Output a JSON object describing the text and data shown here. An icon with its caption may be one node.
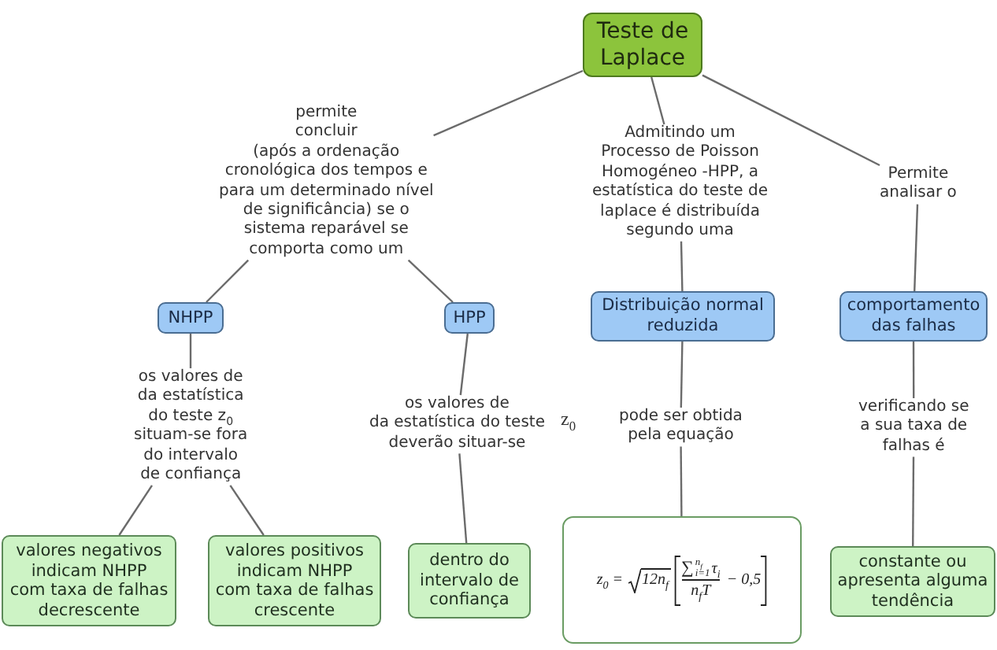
{
  "diagram": {
    "nodes": [
      {
        "text": [
          "Teste de Laplace"
        ]
      },
      {
        "text": [
          "permite concluir (após a ordenação cronológica dos tempos e para um determinado nível de significância) se o sistema reparável se comporta como um"
        ]
      },
      {
        "text": [
          "Admitindo um Processo de Poisson Homogéneo -HPP, a estatística do teste de laplace é distribuída segundo uma"
        ]
      },
      {
        "text": [
          "Permite analisar o"
        ]
      },
      {
        "text": [
          "NHPP"
        ]
      },
      {
        "text": [
          "HPP"
        ]
      },
      {
        "text": [
          "Distribuição normal reduzida"
        ]
      },
      {
        "text": [
          "comportamento das falhas"
        ]
      },
      {
        "text": [
          "os valores de da estatística do teste z$_{0}$ situam-se fora do intervalo de confiança"
        ]
      },
      {
        "text": [
          "os valores de da estatística do teste deverão situar-se"
        ],
        "beside": [
          "z$_{0}$"
        ]
      },
      {
        "text": [
          "pode ser obtida pela equação"
        ]
      },
      {
        "text": [
          "verificando se a sua taxa de falhas é"
        ]
      },
      {
        "text": [
          "valores negativos indicam NHPP com taxa de falhas decrescente"
        ]
      },
      {
        "text": [
          "valores positivos indicam NHPP com taxa de falhas crescente"
        ]
      },
      {
        "text": [
          "dentro do intervalo de confiança"
        ]
      },
      {
        "text": [
          "z$_{0}$ =",
          "12n$_{f}$",
          "∑",
          "n$_{f}$",
          "i=1",
          "τ$_{i}$",
          "n$_{f}$T",
          "− 0,5"
        ]
      },
      {
        "text": [
          "constante ou apresenta alguma tendência"
        ]
      }
    ],
    "edges": [
      {
        "from": 0,
        "to": 1,
        "arrow": "none"
      },
      {
        "from": 0,
        "to": 2,
        "arrow": "none"
      },
      {
        "from": 0,
        "to": 3,
        "arrow": "none"
      },
      {
        "from": 1,
        "to": 4,
        "arrow": "none"
      },
      {
        "from": 1,
        "to": 5,
        "arrow": "none"
      },
      {
        "from": 2,
        "to": 6,
        "arrow": "none"
      },
      {
        "from": 3,
        "to": 7,
        "arrow": "none"
      },
      {
        "from": 4,
        "to": 8,
        "arrow": "none"
      },
      {
        "from": 5,
        "to": 9,
        "arrow": "none"
      },
      {
        "from": 6,
        "to": 10,
        "arrow": "none"
      },
      {
        "from": 7,
        "to": 11,
        "arrow": "none"
      },
      {
        "from": 8,
        "to": 12,
        "arrow": "none"
      },
      {
        "from": 8,
        "to": 13,
        "arrow": "none"
      },
      {
        "from": 9,
        "to": 14,
        "arrow": "none"
      },
      {
        "from": 10,
        "to": 15,
        "arrow": "none"
      },
      {
        "from": 11,
        "to": 16,
        "arrow": "none"
      }
    ]
  }
}
